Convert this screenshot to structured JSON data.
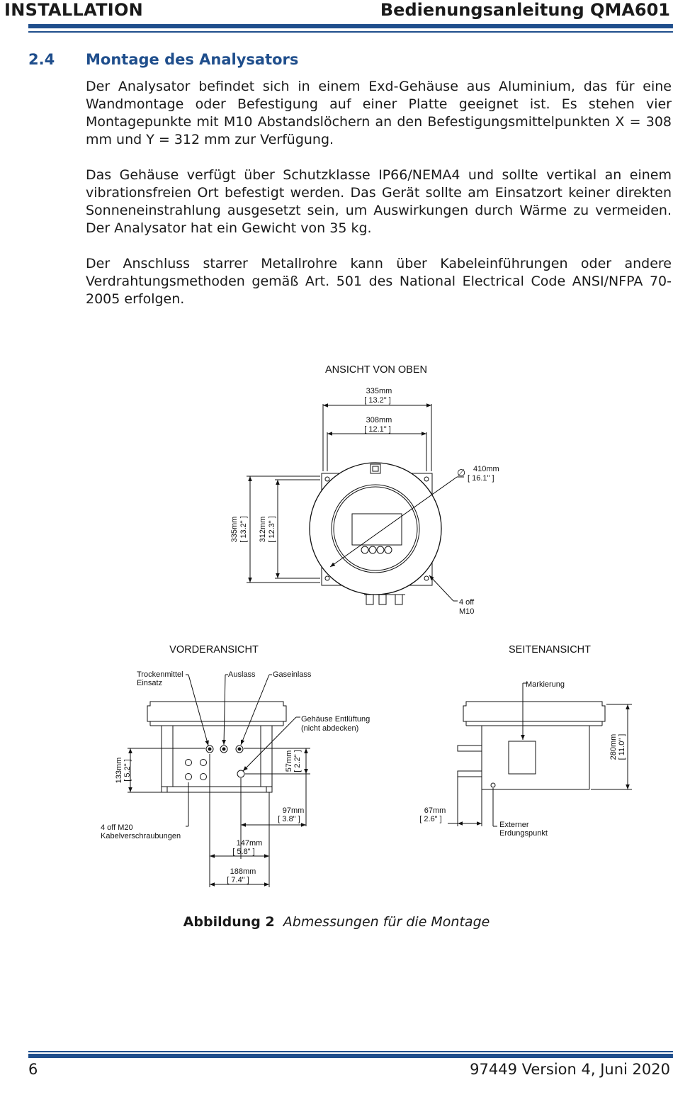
{
  "header": {
    "left": "INSTALLATION",
    "right": "Bedienungsanleitung QMA601"
  },
  "section": {
    "number": "2.4",
    "title": "Montage des Analysators"
  },
  "paragraphs": [
    "Der Analysator befindet sich in einem Exd-Gehäuse aus Aluminium, das für eine Wandmontage oder Befestigung auf einer Platte geeignet ist. Es stehen vier Montagepunkte mit M10 Abstandslöchern an den Befestigungsmittelpunkten X = 308 mm und Y = 312 mm zur Verfügung.",
    "Das Gehäuse verfügt über Schutzklasse IP66/NEMA4 und sollte vertikal an einem vibrationsfreien Ort befestigt werden. Das Gerät sollte am Einsatzort keiner direkten Sonneneinstrahlung ausgesetzt sein, um Auswirkungen durch Wärme zu vermeiden. Der Analysator hat ein Gewicht von 35 kg.",
    "Der Anschluss starrer Metallrohre kann über Kabeleinführungen oder andere Verdrahtungsmethoden gemäß Art. 501 des National Electrical Code ANSI/NFPA 70-2005 erfolgen."
  ],
  "figure": {
    "top_view": {
      "title": "ANSICHT VON OBEN",
      "width_outer": "335mm",
      "width_outer_in": "[ 13.2\" ]",
      "width_inner": "308mm",
      "width_inner_in": "[ 12.1\" ]",
      "diameter_symbol": "∅",
      "diameter": "410mm",
      "diameter_in": "[ 16.1\" ]",
      "height_outer": "335mm",
      "height_outer_in": "[ 13.2\" ]",
      "height_inner": "312mm",
      "height_inner_in": "[ 12.3\" ]",
      "mount_line1": "4 off",
      "mount_line2": "M10"
    },
    "front_view": {
      "title": "VORDERANSICHT",
      "label_dryer_1": "Trockenmittel",
      "label_dryer_2": "Einsatz",
      "label_outlet": "Auslass",
      "label_inlet": "Gaseinlass",
      "label_vent_1": "Gehäuse Entlüftung",
      "label_vent_2": "(nicht abdecken)",
      "dim_133": "133mm",
      "dim_133_in": "[ 5.2\" ]",
      "dim_57": "57mm",
      "dim_57_in": "[ 2.2\" ]",
      "dim_97": "97mm",
      "dim_97_in": "[ 3.8\" ]",
      "dim_147": "147mm",
      "dim_147_in": "[ 5.8\" ]",
      "dim_188": "188mm",
      "dim_188_in": "[ 7.4\" ]",
      "glands_1": "4 off M20",
      "glands_2": "Kabelverschraubungen"
    },
    "side_view": {
      "title": "SEITENANSICHT",
      "label_marking": "Markierung",
      "dim_280": "280mm",
      "dim_280_in": "[ 11.0\" ]",
      "dim_67": "67mm",
      "dim_67_in": "[ 2.6\" ]",
      "ground_1": "Externer",
      "ground_2": "Erdungspunkt"
    },
    "caption_label": "Abbildung 2",
    "caption_text": "Abmessungen für die Montage"
  },
  "footer": {
    "page": "6",
    "version": "97449 Version 4, Juni 2020"
  },
  "colors": {
    "accent": "#1f4e8c"
  }
}
